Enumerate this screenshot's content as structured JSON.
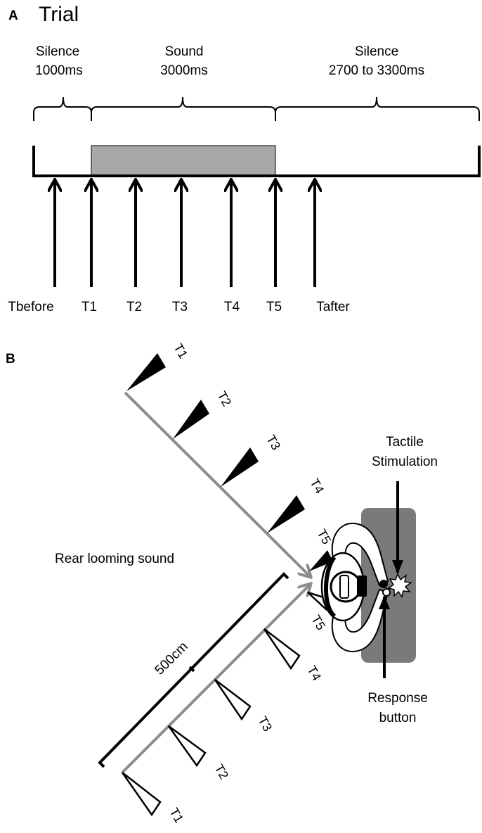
{
  "panel_a": {
    "letter": "A",
    "title": "Trial",
    "segments": [
      {
        "name": "Silence",
        "duration": "1000ms"
      },
      {
        "name": "Sound",
        "duration": "3000ms"
      },
      {
        "name": "Silence",
        "duration": "2700 to 3300ms"
      }
    ],
    "time_points": [
      "Tbefore",
      "T1",
      "T2",
      "T3",
      "T4",
      "T5",
      "Tafter"
    ]
  },
  "panel_b": {
    "letter": "B",
    "sound_label": "Rear looming sound",
    "distance_label": "500cm",
    "tactile_label_line1": "Tactile",
    "tactile_label_line2": "Stimulation",
    "response_label_line1": "Response",
    "response_label_line2": "button",
    "upper_speaker_labels": [
      "T1",
      "T2",
      "T3",
      "T4",
      "T5"
    ],
    "lower_speaker_labels": [
      "T1",
      "T2",
      "T3",
      "T4",
      "T5"
    ]
  },
  "colors": {
    "sound_block": "#a8a8a8",
    "path_gray": "#8c8c8c",
    "table_gray": "#7a7a7a",
    "ink": "#000000"
  }
}
